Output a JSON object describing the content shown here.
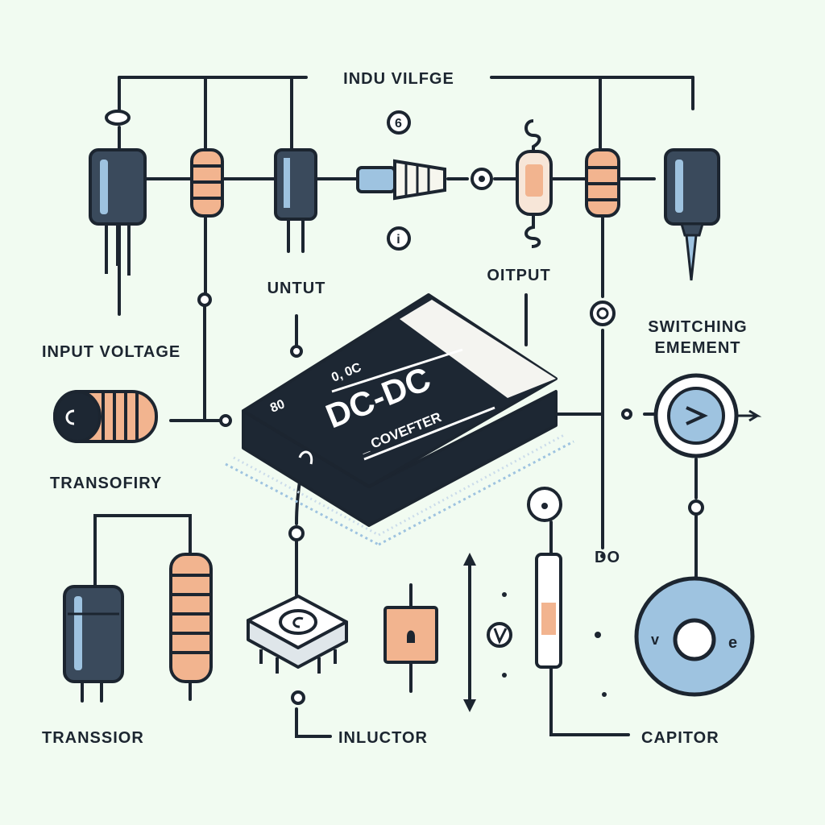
{
  "labels": {
    "top_input": "INDU  VILFGE",
    "untut": "UNTUT",
    "output": "OITPUT",
    "input_voltage": "INPUT VOLTAGE",
    "switching_line1": "SWITCHING",
    "switching_line2": "EMEMENT",
    "transofiry": "TRANSOFIRY",
    "do": "DO",
    "transsior": "TRANSSIOR",
    "inlulctor": "INLUCTOR",
    "capitor": "CAPITOR"
  },
  "chip": {
    "small_left": "80",
    "small_right": "0, 0C",
    "big": "DC-DC",
    "sub": "_ COVEFTER"
  },
  "colors": {
    "background": "#f1fbf1",
    "ink": "#1c2530",
    "resistor": "#f2b48f",
    "capacitor_body": "#3a4a5c",
    "chip_body": "#1d2733",
    "accent_blue": "#9ec3e0"
  }
}
